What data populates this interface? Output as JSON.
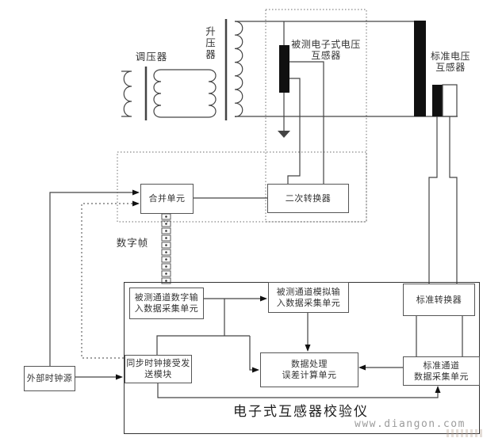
{
  "labels": {
    "regulator": "调压器",
    "step_up_transformer": "升压器",
    "tested_vt_line1": "被测电子式电压",
    "tested_vt_line2": "互感器",
    "standard_vt_line1": "标准电压",
    "standard_vt_line2": "互感器",
    "digital_frame": "数字帧"
  },
  "boxes": {
    "merging_unit": "合并单元",
    "secondary_converter": "二次转换器",
    "digital_input_line1": "被测通道数字输",
    "digital_input_line2": "入数据采集单元",
    "analog_input_line1": "被测通道模拟输",
    "analog_input_line2": "入数据采集单元",
    "standard_converter": "标准转换器",
    "sync_module_line1": "同步时钟接受发",
    "sync_module_line2": "送模块",
    "data_processing_line1": "数据处理",
    "data_processing_line2": "误差计算单元",
    "standard_channel_line1": "标准通道",
    "standard_channel_line2": "数据采集单元",
    "external_clock": "外部时钟源"
  },
  "title": "电子式互感器校验仪",
  "watermark": "www.diangon.com",
  "colors": {
    "line": "#444444",
    "black_bar": "#101010",
    "watermark": "#9c9c9c",
    "dotted_frame": "#888888"
  }
}
